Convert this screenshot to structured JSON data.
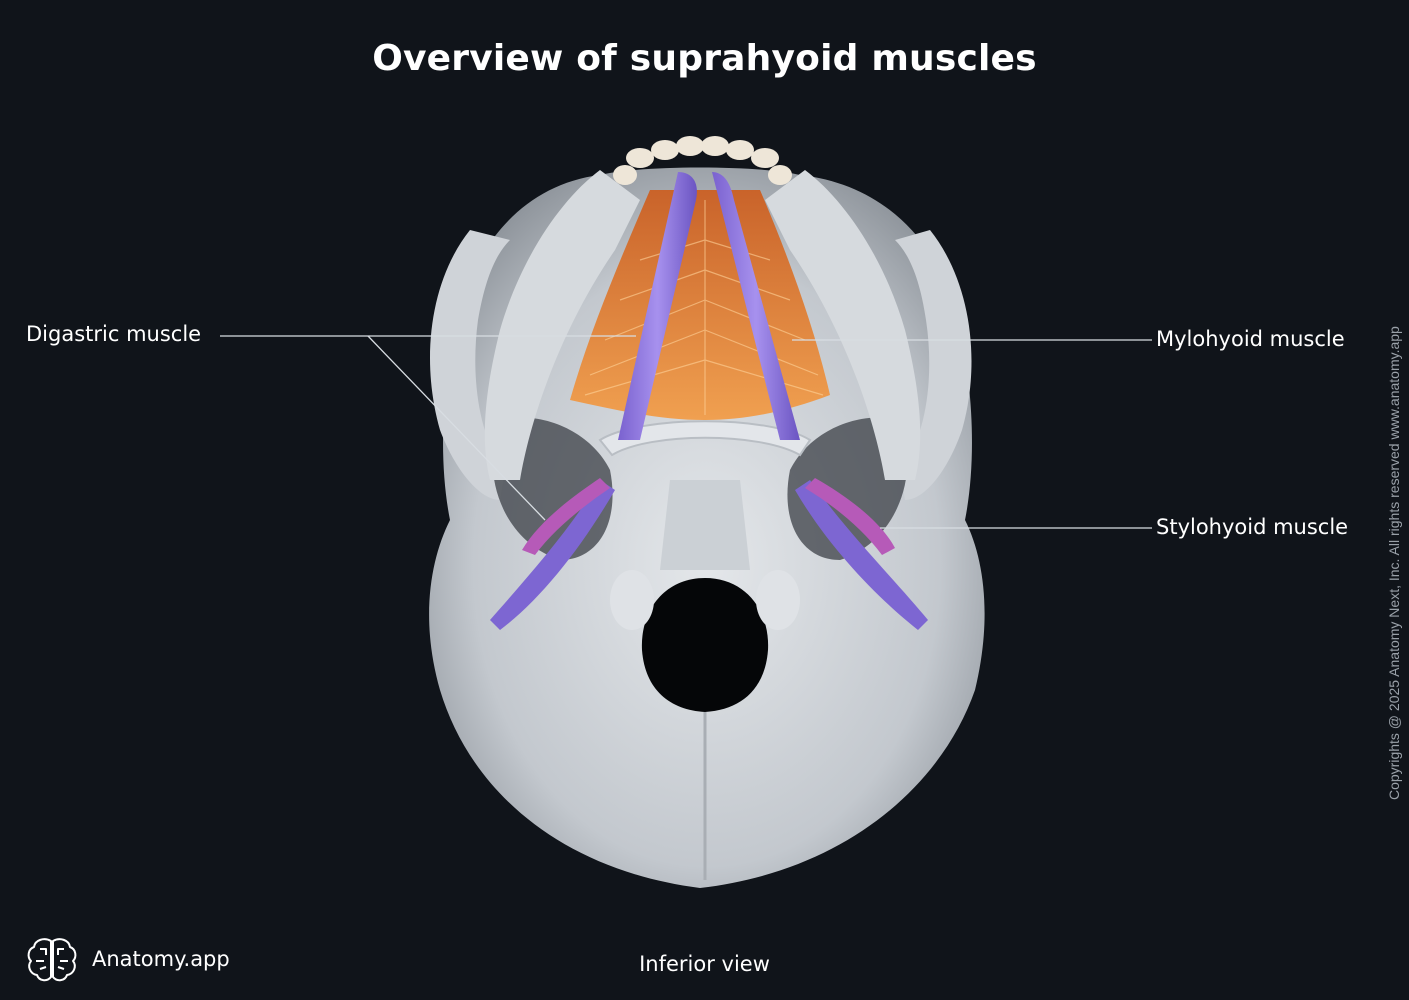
{
  "title": "Overview of suprahyoid muscles",
  "labels": {
    "digastric": "Digastric muscle",
    "mylohyoid": "Mylohyoid muscle",
    "stylohyoid": "Stylohyoid muscle"
  },
  "view": "Inferior view",
  "brand": "Anatomy.app",
  "copyright": "Copyrights @ 2025 Anatomy Next, Inc. All rights reserved www.anatomy.app",
  "colors": {
    "background": "#10141a",
    "bone": "#c9ced4",
    "digastric": "#8d74dc",
    "mylohyoid": "#e88a38",
    "stylohyoid": "#b65ab8",
    "leader_line": "#d8dde2"
  },
  "icons": {
    "brand_logo": "brain-icon"
  }
}
